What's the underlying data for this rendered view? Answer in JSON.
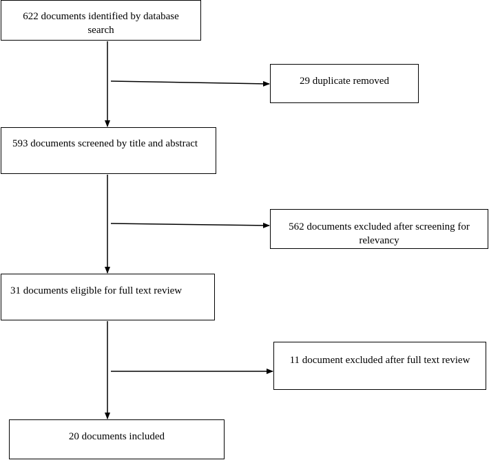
{
  "boxes": {
    "identified": {
      "line1": "622 documents identified by database",
      "line2": "search"
    },
    "duplicates": {
      "line1": "29 duplicate removed"
    },
    "screened": {
      "line1": "593 documents screened by title and abstract"
    },
    "excluded_relevancy": {
      "line1": "562 documents excluded after screening for",
      "line2": "relevancy"
    },
    "eligible": {
      "line1": "31 documents eligible for full text review"
    },
    "excluded_fulltext": {
      "line1": "11 document excluded after full text review"
    },
    "included": {
      "line1": "20  documents included"
    }
  }
}
